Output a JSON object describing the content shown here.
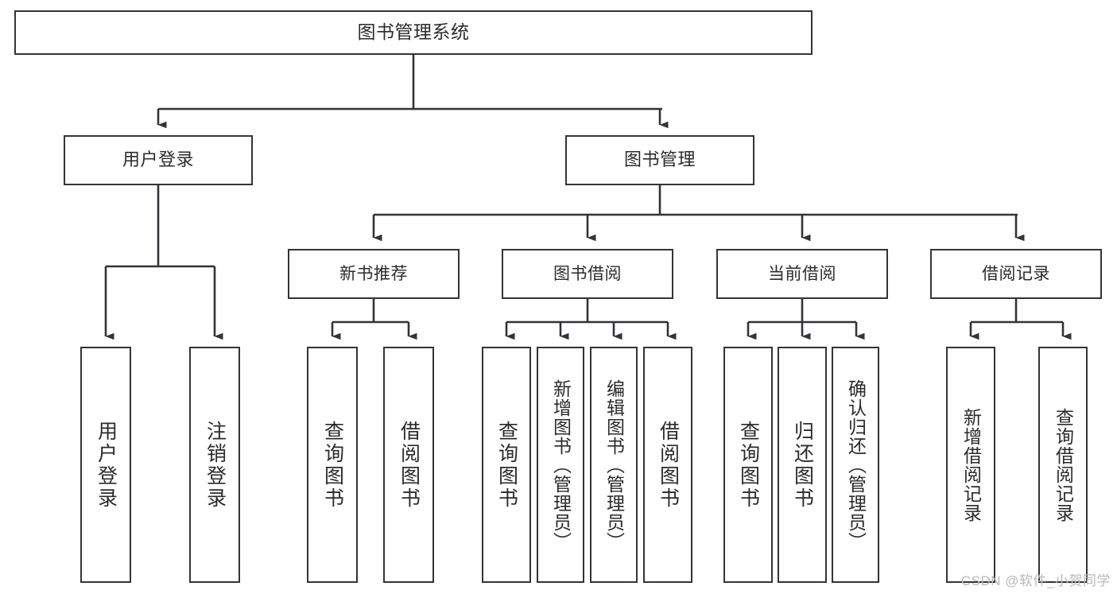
{
  "diagram": {
    "title": "图书管理系统",
    "type": "tree-hierarchy",
    "watermark": "CSDN @软件_小贺同学",
    "root": {
      "label": "图书管理系统"
    },
    "level2": [
      {
        "label": "用户登录"
      },
      {
        "label": "图书管理"
      }
    ],
    "level3": [
      {
        "label": "新书推荐"
      },
      {
        "label": "图书借阅"
      },
      {
        "label": "当前借阅"
      },
      {
        "label": "借阅记录"
      }
    ],
    "leaves": {
      "user_login": [
        {
          "label": "用户登录"
        },
        {
          "label": "注销登录"
        }
      ],
      "new_book_recommend": [
        {
          "label": "查询图书"
        },
        {
          "label": "借阅图书"
        }
      ],
      "book_borrow": [
        {
          "label": "查询图书"
        },
        {
          "label": "新增图书（管理员）"
        },
        {
          "label": "编辑图书（管理员）"
        },
        {
          "label": "借阅图书"
        }
      ],
      "current_borrow": [
        {
          "label": "查询图书"
        },
        {
          "label": "归还图书"
        },
        {
          "label": "确认归还（管理员）"
        }
      ],
      "borrow_record": [
        {
          "label": "新增借阅记录"
        },
        {
          "label": "查询借阅记录"
        }
      ]
    },
    "colors": {
      "stroke": "#33333a",
      "text": "#2b2b2b",
      "background": "#ffffff",
      "watermark": "#b9b9bd"
    }
  }
}
